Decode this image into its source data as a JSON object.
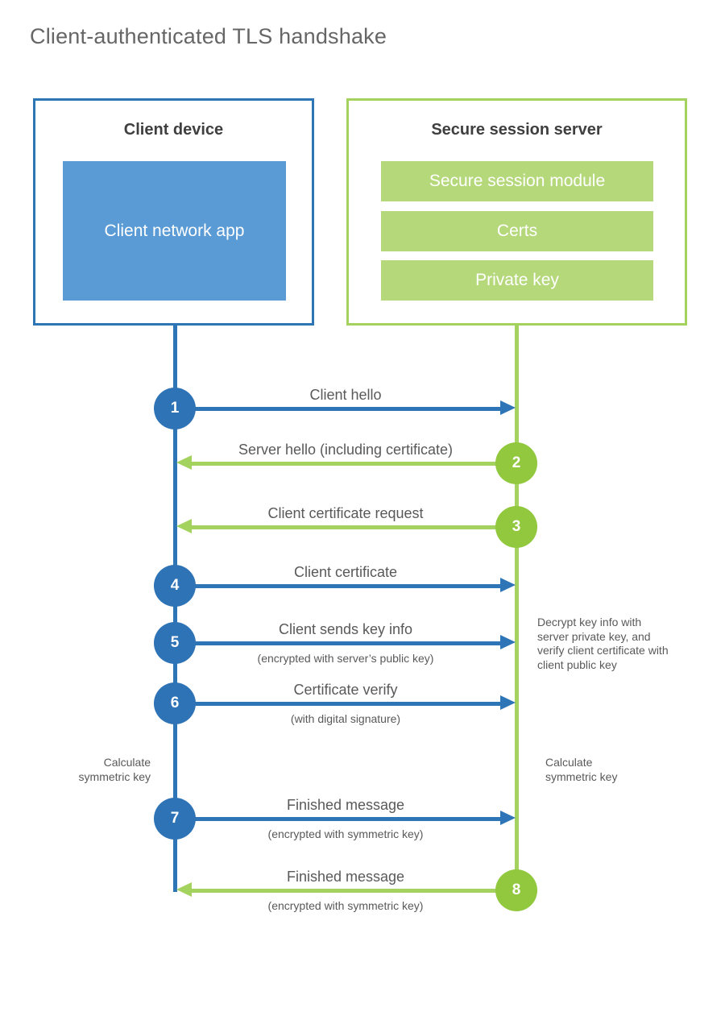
{
  "title": "Client-authenticated TLS handshake",
  "client_box": {
    "title": "Client device",
    "app_label": "Client network app"
  },
  "server_box": {
    "title": "Secure session server",
    "modules": [
      "Secure session module",
      "Certs",
      "Private key"
    ]
  },
  "steps": [
    {
      "number": "1",
      "label": "Client hello",
      "direction": "right",
      "actor": "client"
    },
    {
      "number": "2",
      "label": "Server hello (including certificate)",
      "direction": "left",
      "actor": "server"
    },
    {
      "number": "3",
      "label": "Client certificate request",
      "direction": "left",
      "actor": "server"
    },
    {
      "number": "4",
      "label": "Client certificate",
      "direction": "right",
      "actor": "client"
    },
    {
      "number": "5",
      "label": "Client sends key info",
      "sublabel": "(encrypted with server’s public key)",
      "direction": "right",
      "actor": "client"
    },
    {
      "number": "6",
      "label": "Certificate verify",
      "sublabel": "(with digital signature)",
      "direction": "right",
      "actor": "client"
    },
    {
      "number": "7",
      "label": "Finished message",
      "sublabel": "(encrypted with symmetric key)",
      "direction": "right",
      "actor": "client"
    },
    {
      "number": "8",
      "label": "Finished message",
      "sublabel": "(encrypted with symmetric key)",
      "direction": "left",
      "actor": "server"
    }
  ],
  "annotations": {
    "decrypt_note": "Decrypt key info with server private key, and verify client certificate with client public key",
    "calculate_left": "Calculate symmetric key",
    "calculate_right": "Calculate symmetric key"
  },
  "colors": {
    "blue": "#2e75b8",
    "light_blue": "#5b9bd5",
    "green_line": "#a3d25e",
    "green_circle": "#92c83e",
    "green_bar": "#b5d87b",
    "text_dark": "#3f3f3f",
    "text_gray": "#595959",
    "title_gray": "#666666"
  }
}
